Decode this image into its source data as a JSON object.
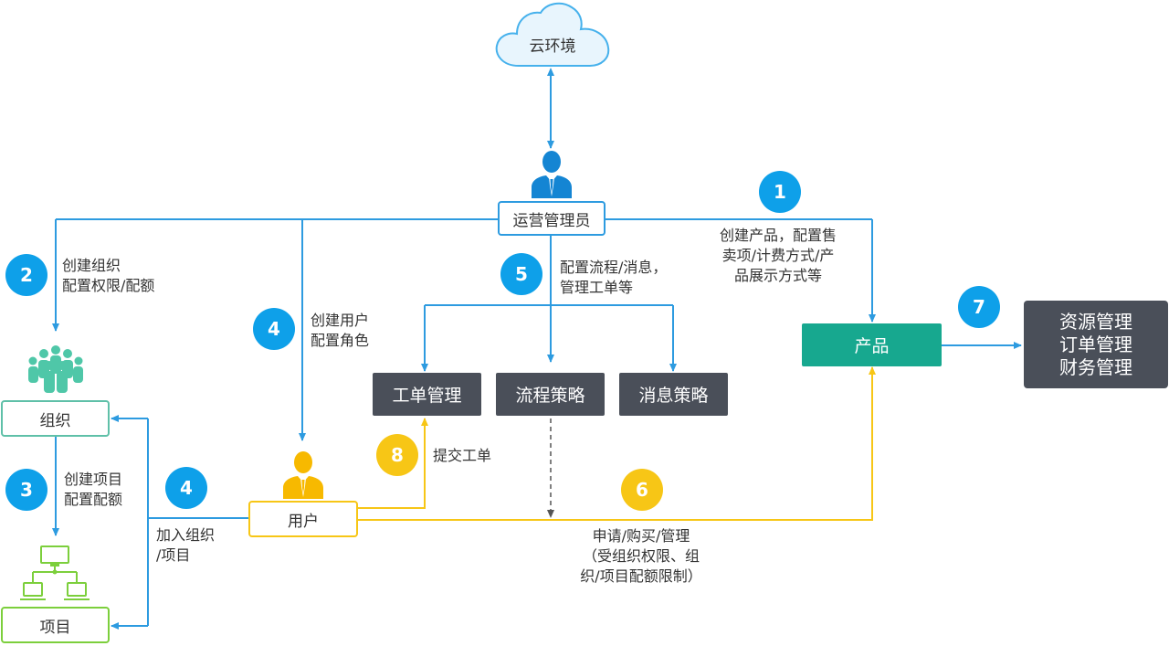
{
  "nodes": {
    "cloud": "云环境",
    "admin": "运营管理员",
    "org": "组织",
    "project": "项目",
    "user": "用户",
    "workorder": "工单管理",
    "process": "流程策略",
    "message": "消息策略",
    "product": "产品",
    "resource_lines": [
      "资源管理",
      "订单管理",
      "财务管理"
    ]
  },
  "badges": {
    "b1": "1",
    "b2": "2",
    "b3": "3",
    "b4a": "4",
    "b4b": "4",
    "b5": "5",
    "b6": "6",
    "b7": "7",
    "b8": "8"
  },
  "labels": {
    "step1": [
      "创建产品，配置售",
      "卖项/计费方式/产",
      "品展示方式等"
    ],
    "step2": [
      "创建组织",
      "配置权限/配额"
    ],
    "step3": [
      "创建项目",
      "配置配额"
    ],
    "step4_user": [
      "创建用户",
      "配置角色"
    ],
    "step4_join": [
      "加入组织",
      "/项目"
    ],
    "step5": [
      "配置流程/消息，",
      "管理工单等"
    ],
    "step6": [
      "申请/购买/管理",
      "（受组织权限、组",
      "织/项目配额限制）"
    ],
    "step8": "提交工单"
  },
  "colors": {
    "blue_line": "#2d9be0",
    "yellow_line": "#f7c616",
    "badge_blue": "#0ea0e9",
    "badge_yellow": "#f7c616",
    "dark_box": "#4a4f59",
    "teal_box": "#17a88f"
  }
}
